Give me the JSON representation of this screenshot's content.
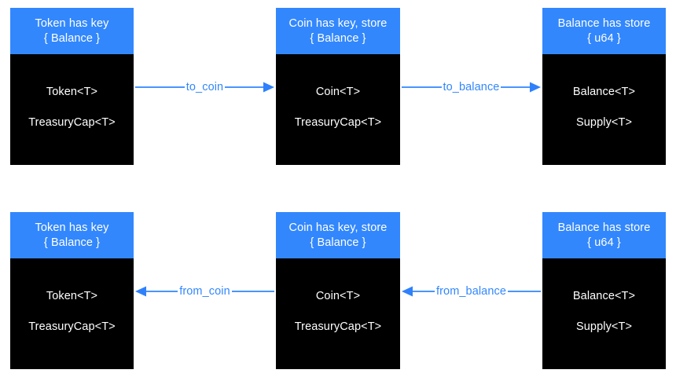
{
  "diagram": {
    "title": "Token / Coin / Balance conversion diagram",
    "colors": {
      "accent": "#3287fd",
      "body_background": "#000000",
      "body_text": "#ffffff",
      "canvas": "#ffffff"
    },
    "rows": [
      {
        "id": "forward-row",
        "nodes": [
          {
            "id": "token-node-top",
            "header_line1": "Token has key",
            "header_line2": "{ Balance }",
            "body_line1": "Token<T>",
            "body_line2": "TreasuryCap<T>"
          },
          {
            "id": "coin-node-top",
            "header_line1": "Coin has key, store",
            "header_line2": "{ Balance }",
            "body_line1": "Coin<T>",
            "body_line2": "TreasuryCap<T>"
          },
          {
            "id": "balance-node-top",
            "header_line1": "Balance has store",
            "header_line2": "{ u64 }",
            "body_line1": "Balance<T>",
            "body_line2": "Supply<T>"
          }
        ],
        "edges": [
          {
            "id": "to-coin-edge",
            "label": "to_coin",
            "direction": "right"
          },
          {
            "id": "to-balance-edge",
            "label": "to_balance",
            "direction": "right"
          }
        ]
      },
      {
        "id": "reverse-row",
        "nodes": [
          {
            "id": "token-node-bottom",
            "header_line1": "Token has key",
            "header_line2": "{ Balance }",
            "body_line1": "Token<T>",
            "body_line2": "TreasuryCap<T>"
          },
          {
            "id": "coin-node-bottom",
            "header_line1": "Coin has key, store",
            "header_line2": "{ Balance }",
            "body_line1": "Coin<T>",
            "body_line2": "TreasuryCap<T>"
          },
          {
            "id": "balance-node-bottom",
            "header_line1": "Balance has store",
            "header_line2": "{ u64 }",
            "body_line1": "Balance<T>",
            "body_line2": "Supply<T>"
          }
        ],
        "edges": [
          {
            "id": "from-coin-edge",
            "label": "from_coin",
            "direction": "left"
          },
          {
            "id": "from-balance-edge",
            "label": "from_balance",
            "direction": "left"
          }
        ]
      }
    ]
  }
}
